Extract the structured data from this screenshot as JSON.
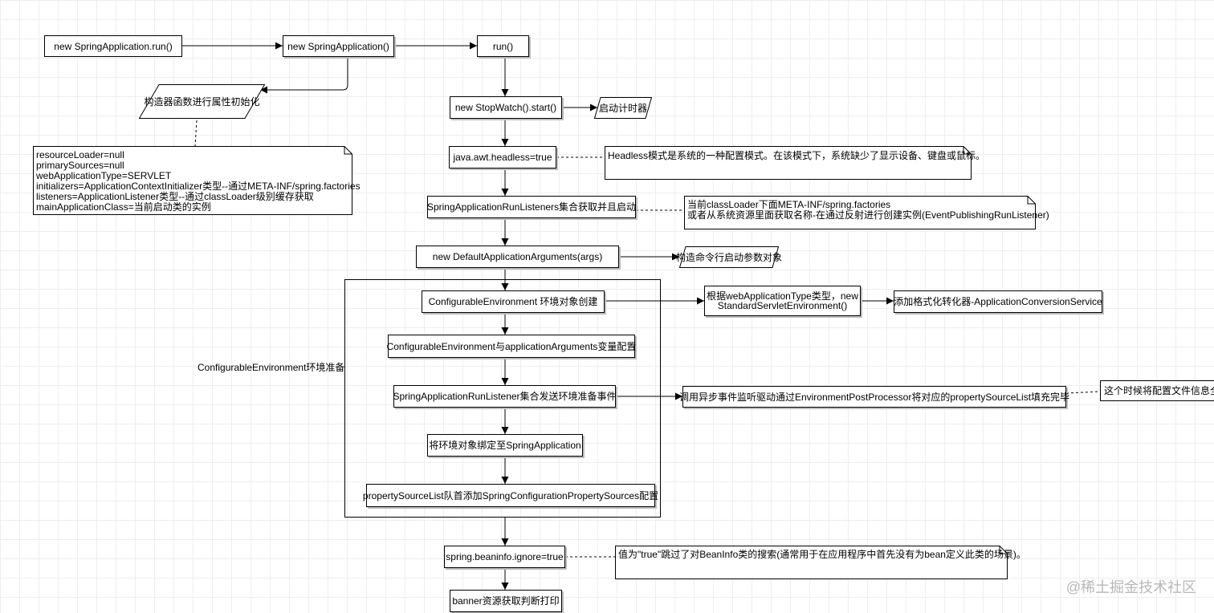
{
  "flow": {
    "spring_run": "new SpringApplication.run()",
    "new_app": "new SpringApplication()",
    "run": "run()",
    "stopwatch": "new StopWatch().start()",
    "headless": "java.awt.headless=true",
    "listeners": "SpringApplicationRunListeners集合获取并且启动",
    "default_args": "new DefaultApplicationArguments(args)",
    "env_create": "ConfigurableEnvironment 环境对象创建",
    "env_config": "ConfigurableEnvironment与applicationArguments变量配置",
    "env_event": "SpringApplicationRunListener集合发送环境准备事件",
    "env_bind": "将环境对象绑定至SpringApplication",
    "property_source": "propertySourceList队首添加SpringConfigurationPropertySources配置",
    "beaninfo": "spring.beaninfo.ignore=true",
    "banner": "banner资源获取判断打印"
  },
  "side": {
    "constructor_init": "构造器函数进行属性初始化",
    "start_timer": "启动计时器",
    "cmd_args_obj": "构造命令行启动参数对象",
    "servlet_env": [
      "根据webApplicationType类型，new",
      "StandardServletEnvironment()"
    ],
    "conversion_service": "添加格式化转化器-ApplicationConversionService",
    "async_event": "调用异步事件监听驱动通过EnvironmentPostProcessor将对应的propertySourceList填充完毕",
    "config_file_note": "这个时候将配置文件信息全部"
  },
  "notes": {
    "constructor_fields": [
      "resourceLoader=null",
      "primarySources=null",
      "webApplicationType=SERVLET",
      "initializers=ApplicationContextInitializer类型--通过META-INF/spring.factories",
      "listeners=ApplicationListener类型--通过classLoader级别缓存获取",
      "mainApplicationClass=当前启动类的实例"
    ],
    "headless": [
      "Headless模式是系统的一种配置模式。在该模式下，系统缺少了显示设备、键盘或鼠标。"
    ],
    "listeners_source": [
      "当前classLoader下面META-INF/spring.factories",
      "或者从系统资源里面获取名称-在通过反射进行创建实例(EventPublishingRunListener)"
    ],
    "beaninfo": [
      "值为\"true\"跳过了对BeanInfo类的搜索(通常用于在应用程序中首先没有为bean定义此类的场景)。"
    ]
  },
  "group_label": "ConfigurableEnvironment环境准备",
  "watermark": "@稀土掘金技术社区"
}
